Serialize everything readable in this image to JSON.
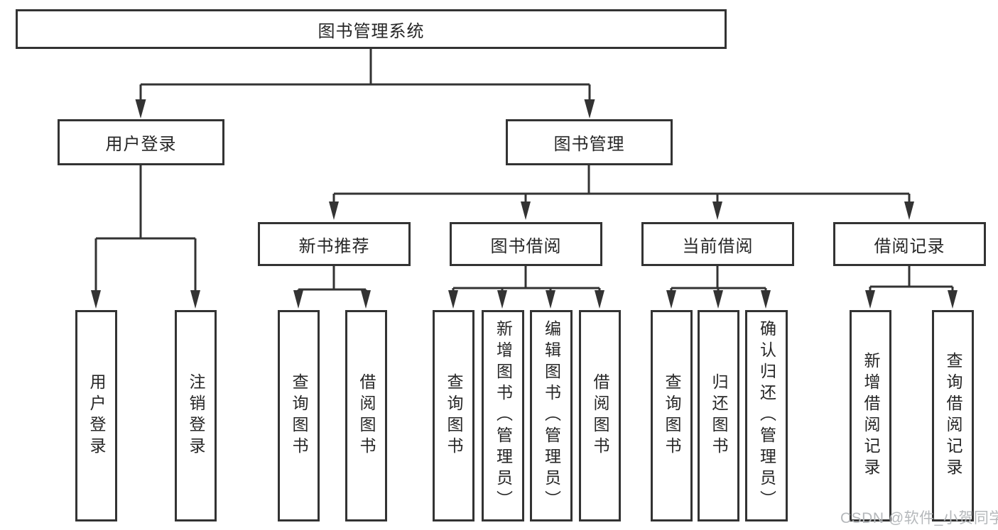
{
  "nodes": {
    "root": "图书管理系统",
    "user_login": "用户登录",
    "book_management": "图书管理",
    "new_book_recommend": "新书推荐",
    "book_borrowing": "图书借阅",
    "current_borrowing": "当前借阅",
    "borrowing_records": "借阅记录",
    "leaf_user_login": "用户登录",
    "leaf_logout": "注销登录",
    "nr_query_books": "查询图书",
    "nr_borrow_books": "借阅图书",
    "bb_query_books": "查询图书",
    "bb_add_books": "新增图书（管理员）",
    "bb_edit_books": "编辑图书（管理员）",
    "bb_borrow_books": "借阅图书",
    "cb_query_books": "查询图书",
    "cb_return_books": "归还图书",
    "cb_confirm_return": "确认归还（管理员）",
    "br_add_record": "新增借阅记录",
    "br_query_record": "查询借阅记录"
  },
  "watermark": "CSDN @软件_小贺同学",
  "colors": {
    "stroke": "#333333",
    "text": "#262626",
    "watermark": "#b5b8bb",
    "background": "#ffffff"
  }
}
